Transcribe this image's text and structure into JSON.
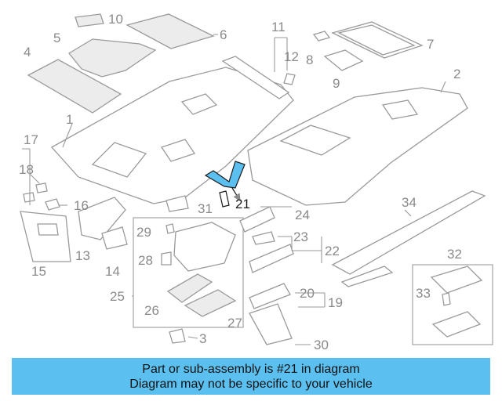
{
  "callouts": {
    "c1": "1",
    "c2": "2",
    "c3": "3",
    "c4": "4",
    "c5": "5",
    "c6": "6",
    "c7": "7",
    "c8": "8",
    "c9": "9",
    "c10": "10",
    "c11": "11",
    "c12": "12",
    "c13": "13",
    "c14": "14",
    "c15": "15",
    "c16": "16",
    "c17": "17",
    "c18": "18",
    "c19": "19",
    "c20": "20",
    "c21": "21",
    "c22": "22",
    "c23": "23",
    "c24": "24",
    "c25": "25",
    "c26": "26",
    "c27": "27",
    "c28": "28",
    "c29": "29",
    "c30": "30",
    "c31": "31",
    "c32": "32",
    "c33": "33",
    "c34": "34"
  },
  "highlight_part": "21",
  "highlight_color": "#5bc0f0",
  "banner": {
    "line1": "Part or sub-assembly is #21 in diagram",
    "line2": "Diagram may not be specific to your vehicle",
    "background": "#5bc0f0"
  }
}
